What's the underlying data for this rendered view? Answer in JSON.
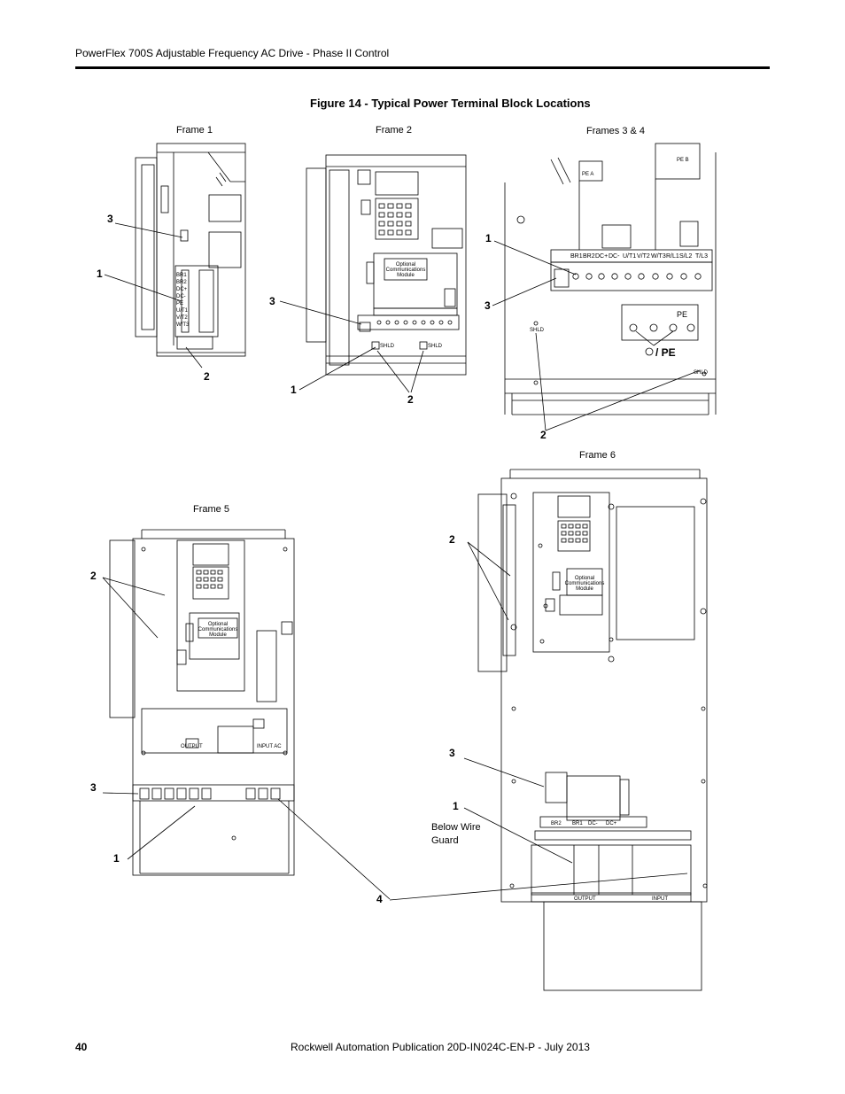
{
  "header": {
    "title": "PowerFlex 700S Adjustable Frequency AC Drive - Phase II Control"
  },
  "figure": {
    "title": "Figure 14 - Typical Power Terminal Block Locations"
  },
  "frames": {
    "frame1": "Frame 1",
    "frame2": "Frame 2",
    "frame34": "Frames 3 & 4",
    "frame5": "Frame 5",
    "frame6": "Frame 6"
  },
  "callouts": {
    "one": "1",
    "two": "2",
    "three": "3",
    "four": "4"
  },
  "notes": {
    "below_wire_guard": "Below Wire\nGuard"
  },
  "drawing_labels": {
    "optional_comm": "Optional\nCommunications\nModule",
    "pe": "PE",
    "pe_a": "PE A",
    "pe_b": "PE B",
    "shld": "SHLD",
    "frame34_terminals": [
      "BR1",
      "BR2",
      "DC+",
      "DC-",
      "U/T1",
      "V/T2",
      "W/T3",
      "R/L1",
      "S/L2",
      "T/L3"
    ],
    "frame6_terminals": [
      "BR2",
      "BR1",
      "DC-",
      "DC+"
    ],
    "output": "OUTPUT",
    "input_ac": "INPUT AC",
    "input": "INPUT"
  },
  "footer": {
    "page_number": "40",
    "publication": "Rockwell Automation Publication 20D-IN024C-EN-P - July 2013"
  }
}
